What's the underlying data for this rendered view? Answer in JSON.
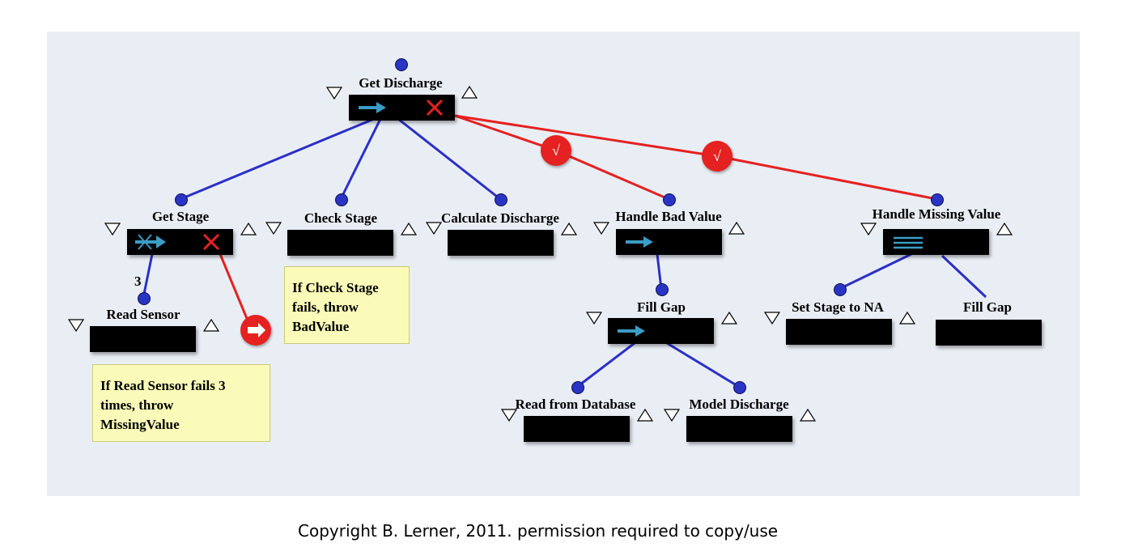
{
  "steps": {
    "get_discharge": "Get Discharge",
    "get_stage": "Get Stage",
    "check_stage": "Check Stage",
    "calculate_discharge": "Calculate Discharge",
    "handle_bad_value": "Handle Bad Value",
    "handle_missing_value": "Handle Missing Value",
    "read_sensor": "Read Sensor",
    "fill_gap_bad": "Fill Gap",
    "set_stage_na": "Set Stage to NA",
    "fill_gap_missing": "Fill Gap",
    "read_from_database": "Read from Database",
    "model_discharge": "Model Discharge"
  },
  "notes": {
    "check_stage_lines": [
      "If Check Stage",
      "fails, throw",
      "BadValue"
    ],
    "read_sensor_lines": [
      "If Read Sensor fails 3",
      "times, throw",
      "MissingValue"
    ]
  },
  "retry_count": "3",
  "badges": {
    "check": "√"
  },
  "copyright": "Copyright B. Lerner, 2011. permission required to copy/use",
  "icons": [
    "sequential-arrow-icon",
    "failure-x-icon",
    "parallel-lines-icon",
    "retry-arrow-icon",
    "post-arrow-icon",
    "check-badge-icon"
  ],
  "colors": {
    "control_edge": "#2b2fc8",
    "exception_edge": "#e52121",
    "arrow": "#3a9dc6",
    "box": "#000000",
    "note": "#fafbb8",
    "canvas": "#e9eef5"
  }
}
